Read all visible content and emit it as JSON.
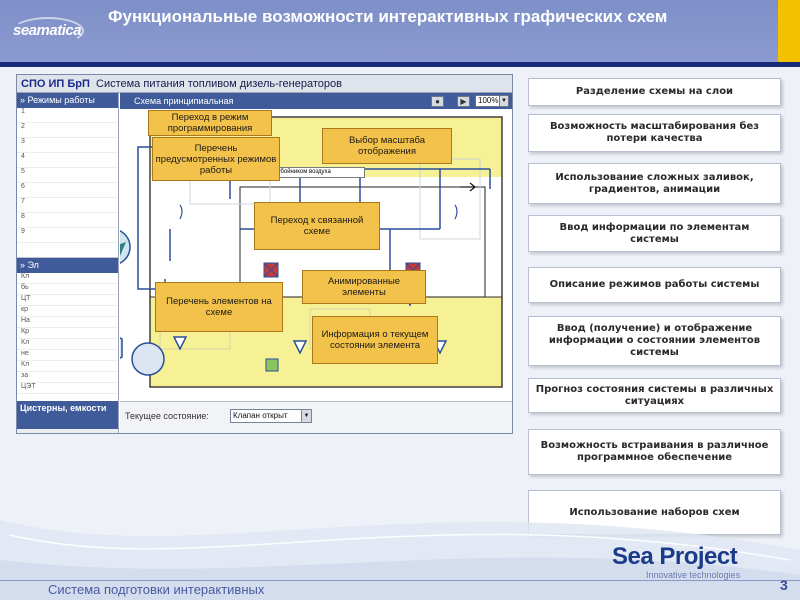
{
  "header": {
    "logo": "seamatica",
    "title": "Функциональные возможности интерактивных графических схем"
  },
  "app": {
    "title_prefix": "СПО ИП БрП",
    "title_text": "Система питания топливом дизель-генераторов",
    "left_panel_header": "Режимы работы",
    "left_panel_items": [
      "1",
      "2",
      "3",
      "4",
      "5",
      "6",
      "7",
      "8",
      "9"
    ],
    "left_panel_header2": "Эл",
    "left_panel_items2": [
      "Кл",
      "бь",
      "ЦТ",
      "кр",
      "На",
      "Кр",
      "Кл",
      "не",
      "Кл",
      "за",
      "ЦЭТ"
    ],
    "left_panel_bottom": "Цистерны, емкости",
    "toolbar_label": "Схема принципиальная",
    "zoom": "100%",
    "diagram_small_label": "Отбойником воздуха",
    "status_label": "Текущее состояние:",
    "status_value": "Клапан открыт"
  },
  "callouts": {
    "mode_switch": "Переход в режим программирования",
    "modes_list": "Перечень предусмотренных режимов работы",
    "scale": "Выбор масштаба отображения",
    "linked": "Переход к связанной схеме",
    "elements_list": "Перечень элементов на схеме",
    "animated": "Анимированные элементы",
    "state_info": "Информация о текущем состоянии элемента"
  },
  "features": [
    "Разделение схемы на слои",
    "Возможность масштабирования без потери качества",
    "Использование сложных заливок, градиентов, анимации",
    "Ввод информации по элементам системы",
    "Описание режимов работы системы",
    "Ввод (получение) и отображение информации о состоянии элементов системы",
    "Прогноз состояния системы в различных ситуациях",
    "Возможность встраивания в различное программное обеспечение",
    "Использование наборов схем"
  ],
  "footer": {
    "brand": "Sea Project",
    "tagline": "Innovative technologies",
    "caption": "Система подготовки интерактивных",
    "page": "3"
  },
  "colors": {
    "header": "#8b9bd0",
    "accent": "#f4c100",
    "callout": "#f3c24a",
    "navy": "#1a2a7a"
  }
}
